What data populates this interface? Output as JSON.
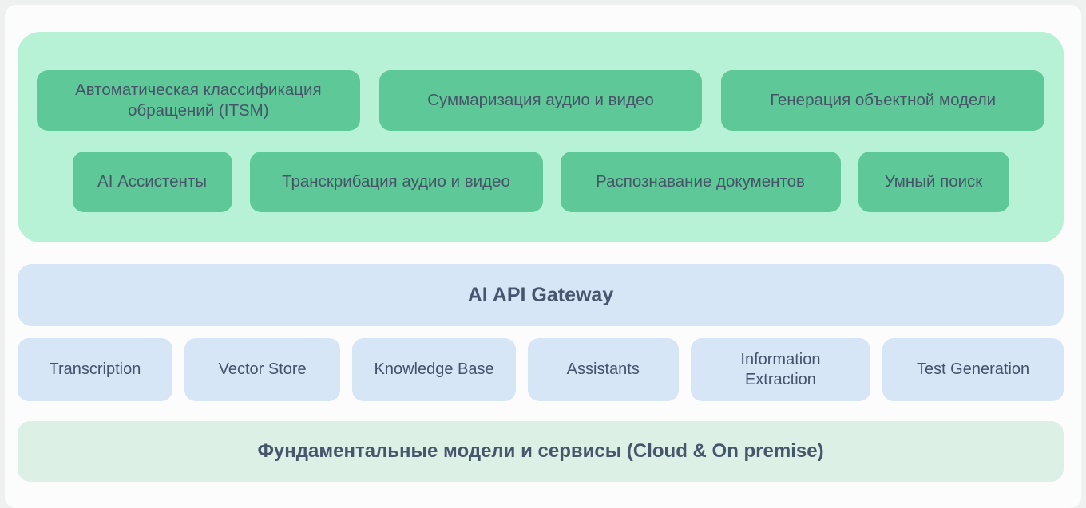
{
  "colors": {
    "page_background": "#eff1f1",
    "card_background": "#fcfcfc",
    "use_cases_container": "#b8f2d6",
    "use_case_box": "#5fc899",
    "blue_box": "#d6e6f7",
    "foundation_bar": "#ddf0e6",
    "dark_text": "#47566e"
  },
  "use_cases": {
    "row1": [
      {
        "label": "Автоматическая классификация обращений (ITSM)"
      },
      {
        "label": "Суммаризация аудио и видео"
      },
      {
        "label": "Генерация объектной модели"
      }
    ],
    "row2": [
      {
        "label": "AI Ассистенты"
      },
      {
        "label": "Транскрибация аудио и видео"
      },
      {
        "label": "Распознавание документов"
      },
      {
        "label": "Умный поиск"
      }
    ]
  },
  "gateway": {
    "label": "AI API Gateway"
  },
  "services": [
    {
      "label": "Transcription"
    },
    {
      "label": "Vector Store"
    },
    {
      "label": "Knowledge Base"
    },
    {
      "label": "Assistants"
    },
    {
      "label": "Information Extraction"
    },
    {
      "label": "Test Generation"
    }
  ],
  "foundation": {
    "label": "Фундаментальные модели и сервисы (Cloud & On premise)"
  }
}
